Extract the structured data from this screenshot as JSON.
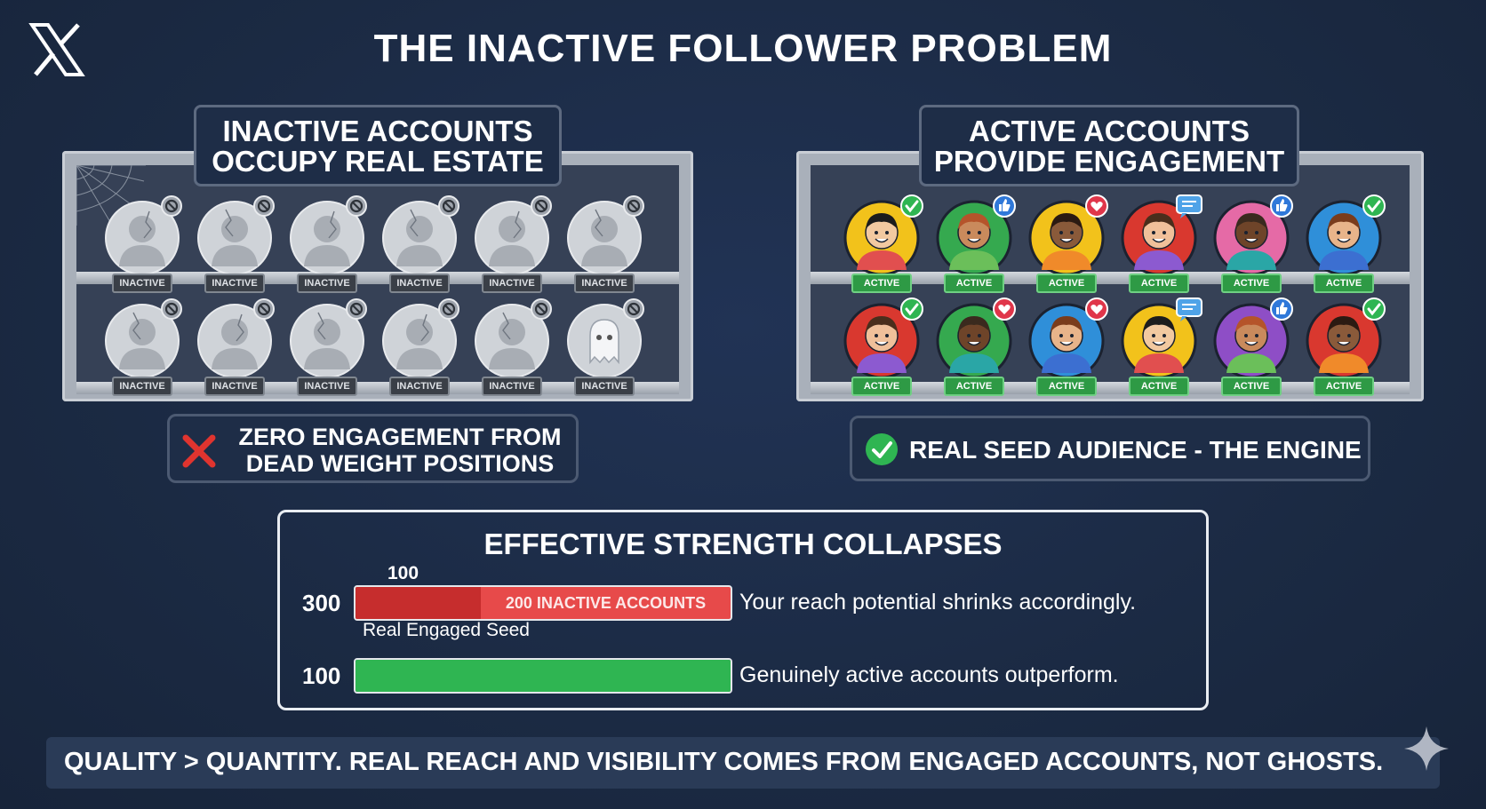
{
  "title": "THE INACTIVE FOLLOWER PROBLEM",
  "logo": {
    "icon": "x-logo-icon"
  },
  "inactive_panel": {
    "title_line1": "INACTIVE ACCOUNTS",
    "title_line2": "OCCUPY REAL ESTATE",
    "tag_label": "INACTIVE",
    "callout": {
      "icon": "red-x-icon",
      "line1": "ZERO ENGAGEMENT FROM",
      "line2": "DEAD WEIGHT POSITIONS"
    }
  },
  "active_panel": {
    "title_line1": "ACTIVE ACCOUNTS",
    "title_line2": "PROVIDE ENGAGEMENT",
    "tag_label": "ACTIVE",
    "callout": {
      "icon": "green-check-icon",
      "text": "REAL SEED AUDIENCE - THE ENGINE"
    }
  },
  "strength_panel": {
    "title": "EFFECTIVE STRENGTH COLLAPSES",
    "bar1": {
      "total_label": "300",
      "seed_value_label": "100",
      "inactive_label": "200 INACTIVE ACCOUNTS",
      "seed_caption": "Real Engaged Seed",
      "note": "Your reach potential shrinks accordingly.",
      "seed_fraction": 0.333
    },
    "bar2": {
      "total_label": "100",
      "note": "Genuinely active accounts outperform.",
      "fraction": 1.0
    }
  },
  "footer": "QUALITY > QUANTITY. REAL REACH AND VISIBILITY COMES FROM ENGAGED ACCOUNTS, NOT GHOSTS.",
  "colors": {
    "background": "#1c2b45",
    "inactive_red": "#c62d2d",
    "inactive_red_light": "#e74a4a",
    "active_green": "#2fb552",
    "accent_white": "#ffffff"
  },
  "inactive_row1": [
    "slash-icon",
    "slash-icon",
    "slash-icon",
    "slash-icon",
    "slash-icon",
    "slash-icon"
  ],
  "inactive_row2": [
    "slash-icon",
    "slash-icon",
    "slash-icon",
    "slash-icon",
    "slash-icon",
    "ghost-icon"
  ],
  "active_row1": [
    {
      "bg": "#f2c21b",
      "badge": "check-badge-icon"
    },
    {
      "bg": "#35a94f",
      "badge": "thumbs-up-badge-icon"
    },
    {
      "bg": "#f2c21b",
      "badge": "heart-badge-icon"
    },
    {
      "bg": "#d9382f",
      "badge": "comment-badge-icon"
    },
    {
      "bg": "#e56aa6",
      "badge": "thumbs-up-badge-icon"
    },
    {
      "bg": "#2f8fd9",
      "badge": "check-badge-icon"
    }
  ],
  "active_row2": [
    {
      "bg": "#d9382f",
      "badge": "check-badge-icon"
    },
    {
      "bg": "#35a94f",
      "badge": "heart-badge-icon"
    },
    {
      "bg": "#2f8fd9",
      "badge": "heart-badge-icon"
    },
    {
      "bg": "#f2c21b",
      "badge": "comment-badge-icon"
    },
    {
      "bg": "#8e4ec6",
      "badge": "thumbs-up-badge-icon"
    },
    {
      "bg": "#d9382f",
      "badge": "check-badge-icon"
    }
  ]
}
